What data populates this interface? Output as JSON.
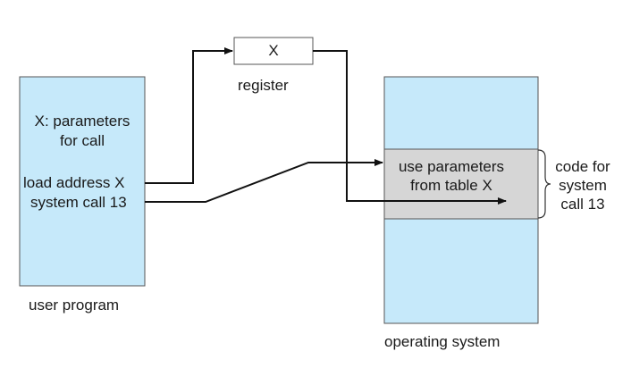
{
  "user_program": {
    "params_line1": "X: parameters",
    "params_line2": "for call",
    "load_address": "load address X",
    "system_call": "system call 13",
    "caption": "user program"
  },
  "register": {
    "value": "X",
    "caption": "register"
  },
  "operating_system": {
    "table_line1": "use parameters",
    "table_line2": "from table X",
    "caption": "operating system"
  },
  "code_for_system_call": {
    "line1": "code for",
    "line2": "system",
    "line3": "call 13"
  },
  "colors": {
    "box_fill": "#c6e9fa",
    "table_fill": "#d6d6d6",
    "stroke": "#222222"
  }
}
